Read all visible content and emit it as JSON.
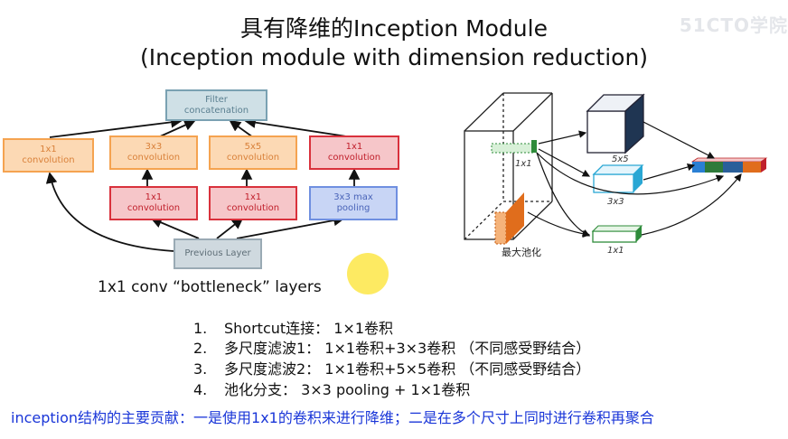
{
  "title": {
    "line1": "具有降维的Inception Module",
    "line2": "(Inception module with dimension reduction)"
  },
  "watermark": "51CTO学院",
  "left_diagram": {
    "filter_concat": "Filter\nconcatenation",
    "top_row": [
      "1x1\nconvolution",
      "3x3\nconvolution",
      "5x5\nconvolution",
      "1x1\nconvolution"
    ],
    "mid_row": [
      "1x1\nconvolution",
      "1x1\nconvolution",
      "3x3 max\npooling"
    ],
    "previous_layer": "Previous Layer",
    "caption": "1x1 conv “bottleneck” layers"
  },
  "right_diagram": {
    "pool_label": "最大池化",
    "hand_labels": [
      "1x1",
      "5x5",
      "3x3",
      "1x1"
    ]
  },
  "list": [
    {
      "num": "1.",
      "text": "Shortcut连接： 1×1卷积"
    },
    {
      "num": "2.",
      "text": "多尺度滤波1： 1×1卷积+3×3卷积 （不同感受野结合）"
    },
    {
      "num": "3.",
      "text": "多尺度滤波2： 1×1卷积+5×5卷积 （不同感受野结合）"
    },
    {
      "num": "4.",
      "text": "池化分支： 3×3 pooling + 1×1卷积"
    }
  ],
  "summary": "inception结构的主要贡献：一是使用1x1的卷积来进行降维；二是在多个尺寸上同时进行卷积再聚合",
  "colors": {
    "orange": "#f5a350",
    "red": "#d9313c",
    "blue": "#6f8fe0",
    "green": "#2e8b3a",
    "summary_text": "#1a36d8",
    "highlight": "#fde95a"
  }
}
